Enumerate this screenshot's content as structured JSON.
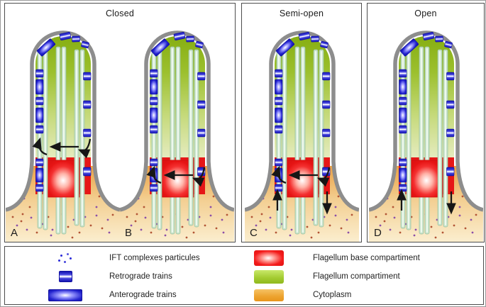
{
  "panels": [
    {
      "title": "Closed",
      "flagella": [
        {
          "label": "A",
          "arrows": "high"
        },
        {
          "label": "B",
          "arrows": "mid"
        }
      ]
    },
    {
      "title": "Semi-open",
      "flagella": [
        {
          "label": "C",
          "arrows": "mid-vert"
        }
      ]
    },
    {
      "title": "Open",
      "flagella": [
        {
          "label": "D",
          "arrows": "vert"
        }
      ]
    }
  ],
  "legend": {
    "items_left": [
      {
        "icon": "ift-particles-icon",
        "label": "IFT complexes particules"
      },
      {
        "icon": "retrograde-train-icon",
        "label": "Retrograde trains"
      },
      {
        "icon": "anterograde-train-icon",
        "label": "Anterograde trains"
      }
    ],
    "items_right": [
      {
        "icon": "base-compartment-swatch",
        "label": "Flagellum base compartiment"
      },
      {
        "icon": "flagellum-compartment-swatch",
        "label": "Flagellum compartiment"
      },
      {
        "icon": "cytoplasm-swatch",
        "label": "Cytoplasm"
      }
    ]
  },
  "colors": {
    "membrane_gray": "#8d8d8d",
    "flagellum_green_top": "#86ae12",
    "flagellum_green_bottom": "#edf0d6",
    "base_compartment_red": "#e61717",
    "cytoplasm_orange": "#eaa246",
    "train_blue": "#1a1ac0",
    "arrow_black": "#161616"
  }
}
